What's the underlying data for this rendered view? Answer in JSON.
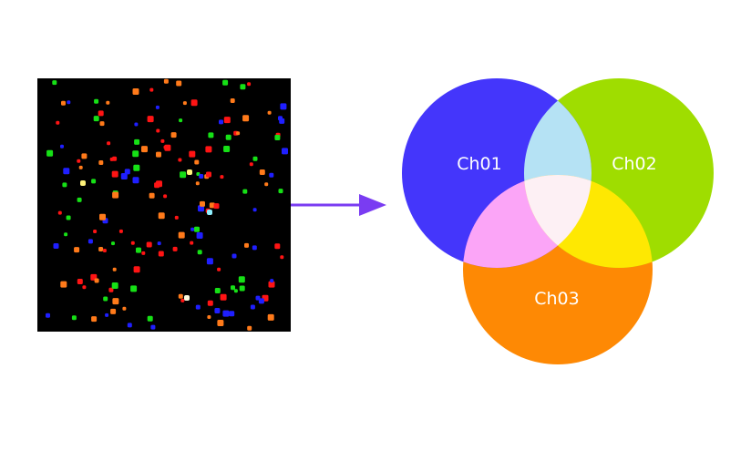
{
  "colors": {
    "background": "#ffffff",
    "microscopy_background": "#000000",
    "arrow": "#7a3cf2",
    "ch01": "#4436fb",
    "ch02": "#9fdd00",
    "ch03": "#fe8904",
    "overlap_ch01_ch02": "#b5e2f4",
    "overlap_ch01_ch03": "#fba5f7",
    "overlap_ch02_ch03": "#fee802",
    "overlap_all": "#fdf0f4"
  },
  "microscopy": {
    "spot_colors": [
      "#ff1414",
      "#1f1fff",
      "#16e016",
      "#ff7a1a"
    ]
  },
  "venn": {
    "sets": [
      {
        "id": "ch01",
        "label": "Ch01"
      },
      {
        "id": "ch02",
        "label": "Ch02"
      },
      {
        "id": "ch03",
        "label": "Ch03"
      }
    ]
  }
}
